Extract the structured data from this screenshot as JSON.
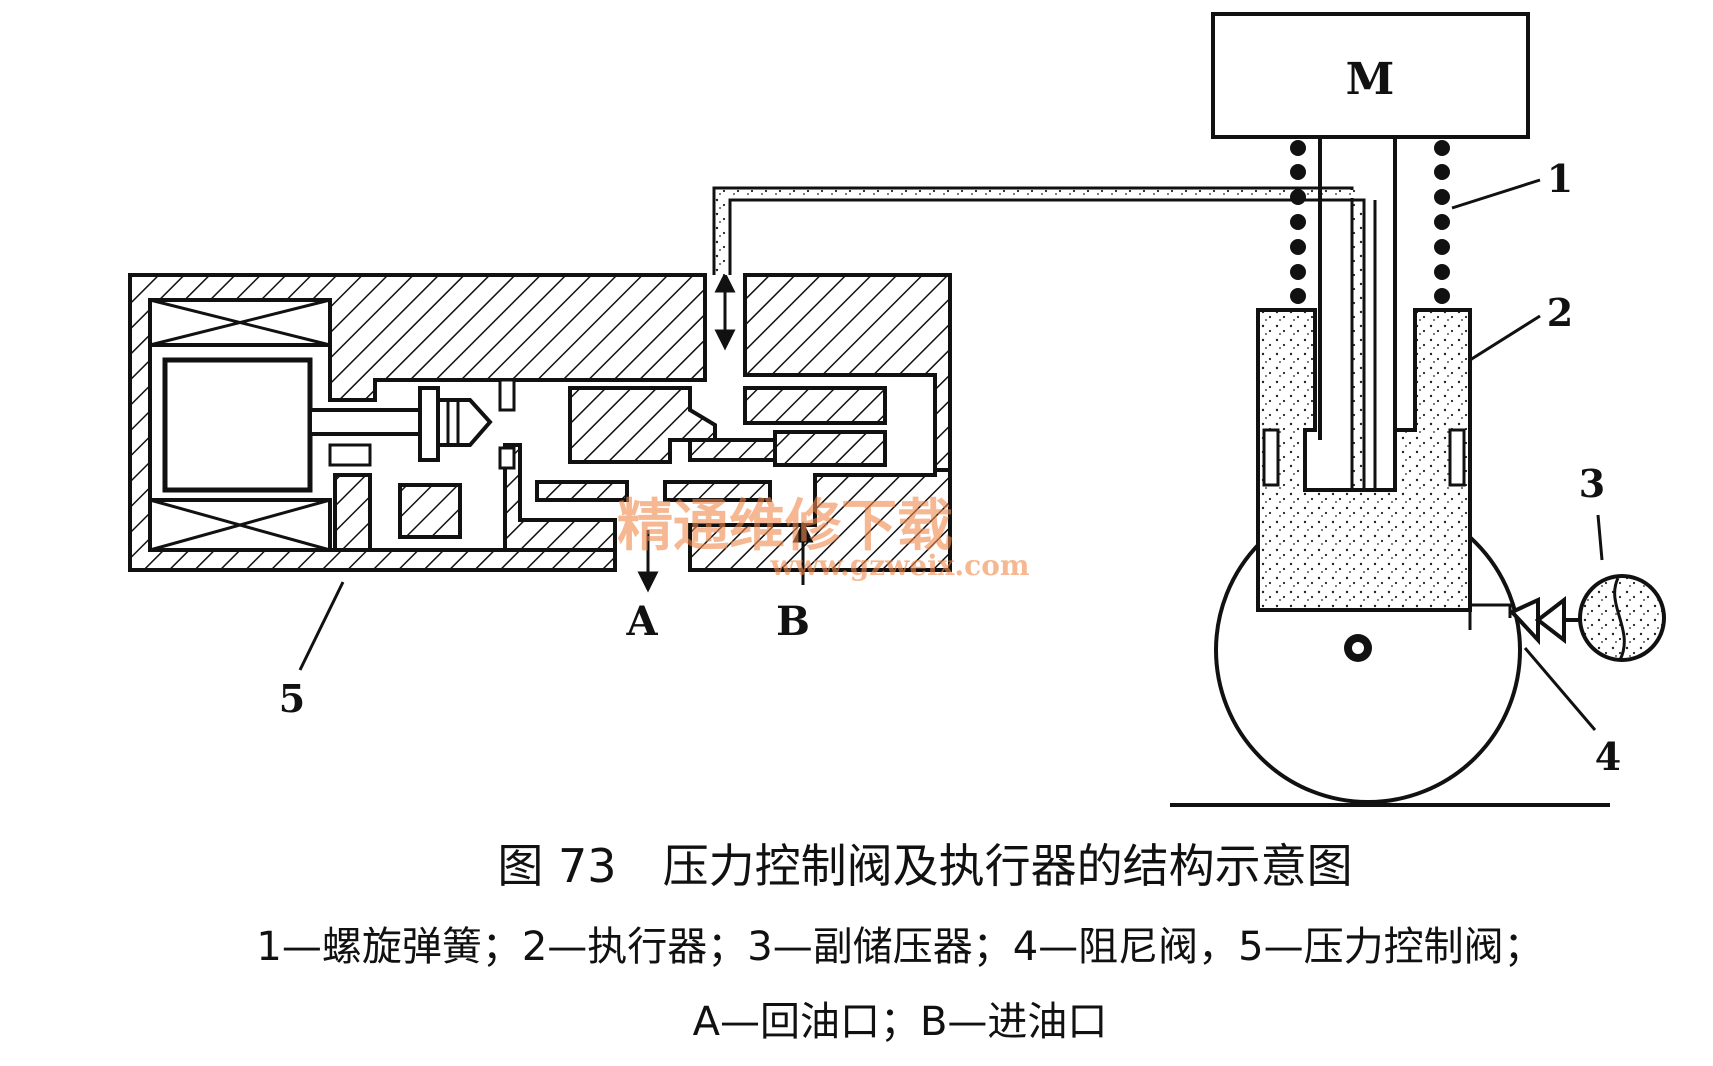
{
  "labels": {
    "motor": "M",
    "callout_1": "1",
    "callout_2": "2",
    "callout_3": "3",
    "callout_4": "4",
    "callout_5": "5",
    "port_a": "A",
    "port_b": "B"
  },
  "caption": {
    "title": "图 73　压力控制阀及执行器的结构示意图",
    "legend_line1": "1—螺旋弹簧；2—执行器；3—副储压器；4—阻尼阀，5—压力控制阀；",
    "legend_line2": "A—回油口；B—进油口"
  },
  "watermark": {
    "text": "精通维修下载",
    "url": "www.gzweix.com"
  }
}
